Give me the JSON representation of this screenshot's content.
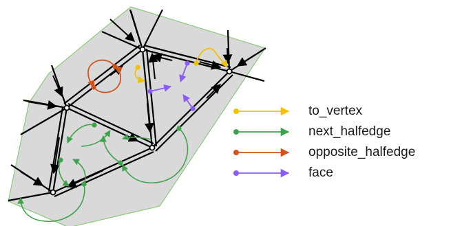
{
  "colors": {
    "mesh_fill": "#d9d9d9",
    "mesh_border": "#8ec97a",
    "edge": "#000000",
    "to_vertex": "#f2c200",
    "next_halfedge": "#3fa34d",
    "opposite_halfedge": "#d2541b",
    "face": "#8a5cf5"
  },
  "legend": [
    {
      "label": "to_vertex",
      "color_key": "to_vertex"
    },
    {
      "label": "next_halfedge",
      "color_key": "next_halfedge"
    },
    {
      "label": "opposite_halfedge",
      "color_key": "opposite_halfedge"
    },
    {
      "label": "face",
      "color_key": "face"
    }
  ]
}
